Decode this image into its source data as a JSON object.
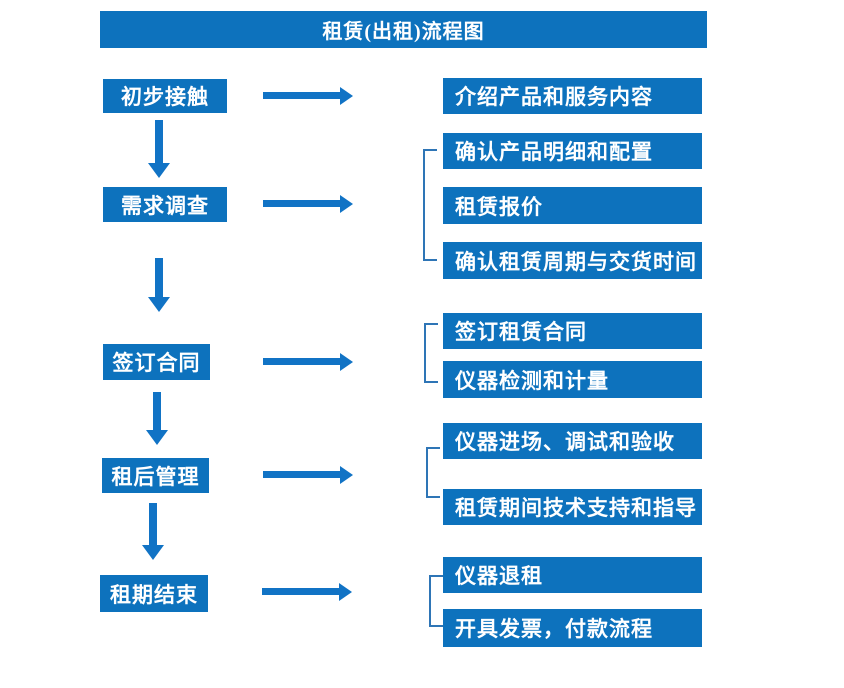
{
  "title": "租赁(出租)流程图",
  "colors": {
    "box_fill": "#0d72bd",
    "arrow_fill": "#1173c5",
    "bracket_stroke": "#2e75b6",
    "text": "#ffffff",
    "background": "#ffffff"
  },
  "steps": [
    {
      "label": "初步接触",
      "details": [
        "介绍产品和服务内容"
      ]
    },
    {
      "label": "需求调查",
      "details": [
        "确认产品明细和配置",
        "租赁报价",
        "确认租赁周期与交货时间"
      ]
    },
    {
      "label": "签订合同",
      "details": [
        "签订租赁合同",
        "仪器检测和计量"
      ]
    },
    {
      "label": "租后管理",
      "details": [
        "仪器进场、调试和验收",
        "租赁期间技术支持和指导"
      ]
    },
    {
      "label": "租期结束",
      "details": [
        "仪器退租",
        "开具发票，付款流程"
      ]
    }
  ]
}
